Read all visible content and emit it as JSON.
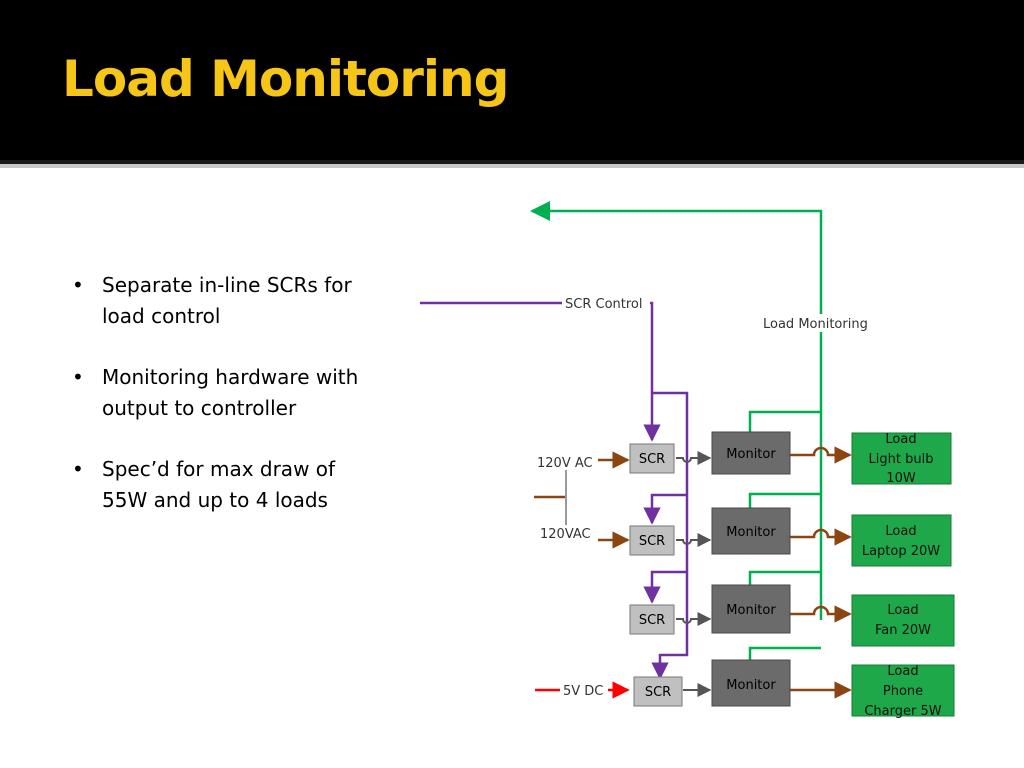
{
  "slide": {
    "title": "Load Monitoring"
  },
  "bullets": [
    {
      "text": "Separate in-line SCRs for load control",
      "lines": [
        "Separate in-line SCRs",
        "for load control"
      ]
    },
    {
      "text": "Monitoring hardware with output to controller",
      "lines": [
        "Monitoring hardware",
        "with output to",
        "controller"
      ]
    },
    {
      "text": "Spec’d for max draw of 55W and up to 4 loads",
      "lines": [
        "Spec’d for max draw",
        "of 55W and up to 4",
        "loads"
      ]
    }
  ],
  "bullet_glyph": "•",
  "diagram": {
    "labels": {
      "scr_control": "SCR Control",
      "load_monitoring": "Load Monitoring",
      "ac_1": "120V AC",
      "ac_2": "120VAC",
      "dc": "5V DC"
    },
    "scr_label": "SCR",
    "monitor_label": "Monitor",
    "loads": [
      {
        "lines": [
          "Load",
          "Light bulb",
          "10W"
        ]
      },
      {
        "lines": [
          "Load",
          "Laptop 20W"
        ]
      },
      {
        "lines": [
          "Load",
          "Fan 20W"
        ]
      },
      {
        "lines": [
          "Load",
          "Phone",
          "Charger 5W"
        ]
      }
    ]
  },
  "colors": {
    "title": "#f5c518",
    "scr_control_line": "#7030a0",
    "monitoring_line": "#00b050",
    "ac_line": "#8b4513",
    "dc_line": "#ff0000",
    "load_box": "#1fa84a",
    "scr_box": "#c0c0c0",
    "monitor_box": "#6b6b6b"
  }
}
